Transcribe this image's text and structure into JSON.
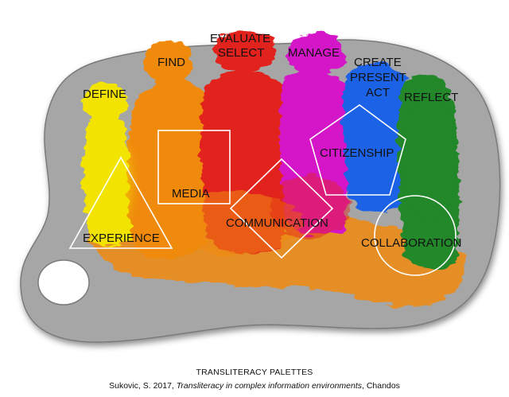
{
  "palette": {
    "colors": {
      "board": "#a6a6a6",
      "board_edge": "#7a7a7a",
      "yellow": "#f2e400",
      "orange": "#f08a10",
      "red": "#e2231a",
      "magenta": "#d516c8",
      "blue": "#1f62e6",
      "green": "#22882a",
      "outline": "#ffffff"
    },
    "stages": {
      "define": "DEFINE",
      "find": "FIND",
      "evaluate_select_line1": "EVALUATE",
      "evaluate_select_line2": "SELECT",
      "manage": "MANAGE",
      "create_line1": "CREATE",
      "create_line2": "PRESENT",
      "create_line3": "ACT",
      "reflect": "REFLECT"
    },
    "shapes": {
      "experience": "EXPERIENCE",
      "media": "MEDIA",
      "communication": "COMMUNICATION",
      "citizenship": "CITIZENSHIP",
      "collaboration": "COLLABORATION"
    }
  },
  "caption": {
    "title": "TRANSLITERACY PALETTES",
    "cite_prefix": "Sukovic, S. 2017, ",
    "cite_book": "Transliteracy in complex information environments",
    "cite_suffix": ", Chandos"
  }
}
